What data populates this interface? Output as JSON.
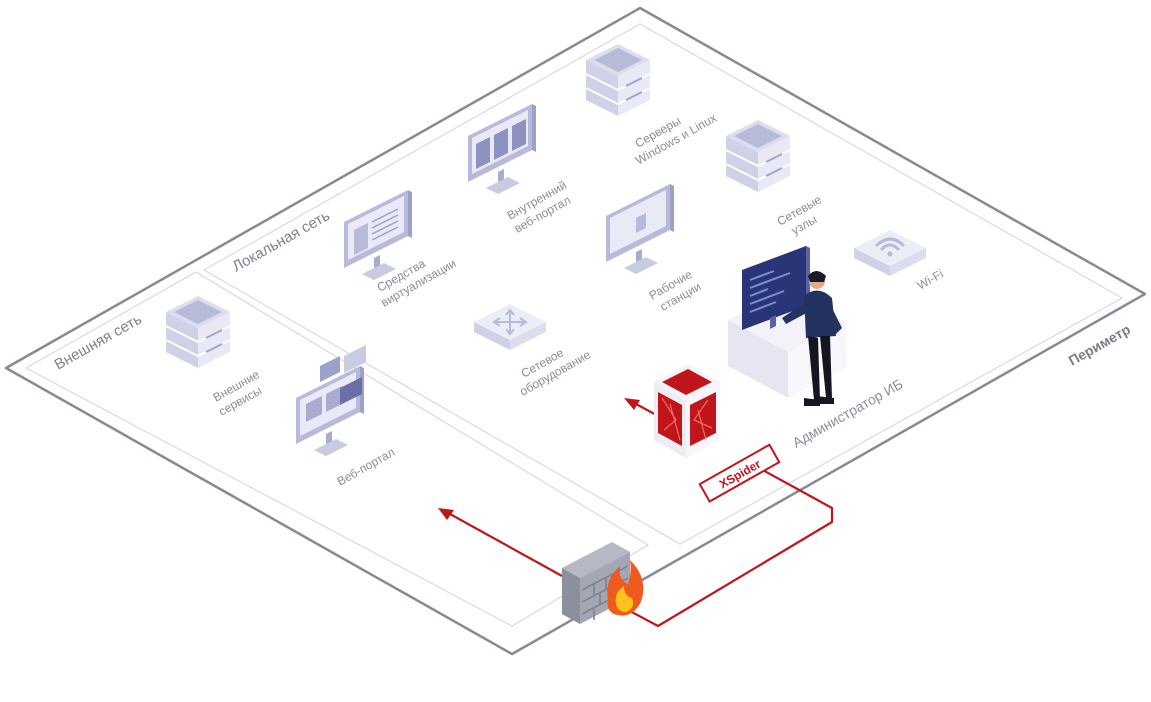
{
  "perimeter": {
    "label": "Периметр"
  },
  "zones": {
    "external": {
      "label": "Внешняя сеть"
    },
    "local": {
      "label": "Локальная сеть"
    }
  },
  "nodes": {
    "external_services": {
      "line1": "Внешние",
      "line2": "сервисы",
      "icon": "server-icon"
    },
    "web_portal": {
      "line1": "Веб-портал",
      "icon": "web-portal-monitor-icon"
    },
    "virtualization": {
      "line1": "Средства",
      "line2": "виртуализации",
      "icon": "monitor-icon"
    },
    "internal_portal": {
      "line1": "Внутренний",
      "line2": "веб-портал",
      "icon": "monitor-icon"
    },
    "servers": {
      "line1": "Серверы",
      "line2": "Windows и Linux",
      "icon": "server-icon"
    },
    "network_nodes": {
      "line1": "Сетевые",
      "line2": "узлы",
      "icon": "server-icon"
    },
    "workstations": {
      "line1": "Рабочие",
      "line2": "станции",
      "icon": "monitor-icon"
    },
    "network_equipment": {
      "line1": "Сетевое",
      "line2": "оборудование",
      "icon": "router-icon"
    },
    "wifi": {
      "line1": "Wi-Fi",
      "icon": "wifi-router-icon"
    },
    "admin": {
      "line1": "Администратор ИБ",
      "icon": "person-at-desk-icon"
    }
  },
  "tool": {
    "label": "XSpider",
    "icon": "xspider-cube-icon"
  },
  "firewall": {
    "icon": "firewall-icon"
  },
  "colors": {
    "accent": "#c0161b",
    "outline": "#868a98",
    "device": "#c9cbe2",
    "device_dark": "#9ea1c7",
    "screen": "#2a3577"
  }
}
